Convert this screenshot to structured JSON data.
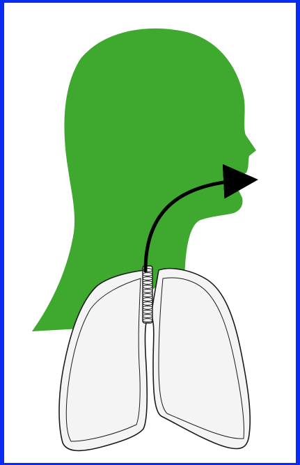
{
  "colors": {
    "frame": "#0a2cf2",
    "background": "#ffffff",
    "head_silhouette": "#3fa82f",
    "lung_fill": "#f4f4f4",
    "lung_outline": "#1a1a1a",
    "airflow_arrow": "#000000"
  },
  "icons": {
    "head": "human-head-profile-silhouette",
    "lungs": "lungs-outline",
    "trachea": "trachea-rings",
    "arrow": "curved-arrow-to-mouth"
  }
}
